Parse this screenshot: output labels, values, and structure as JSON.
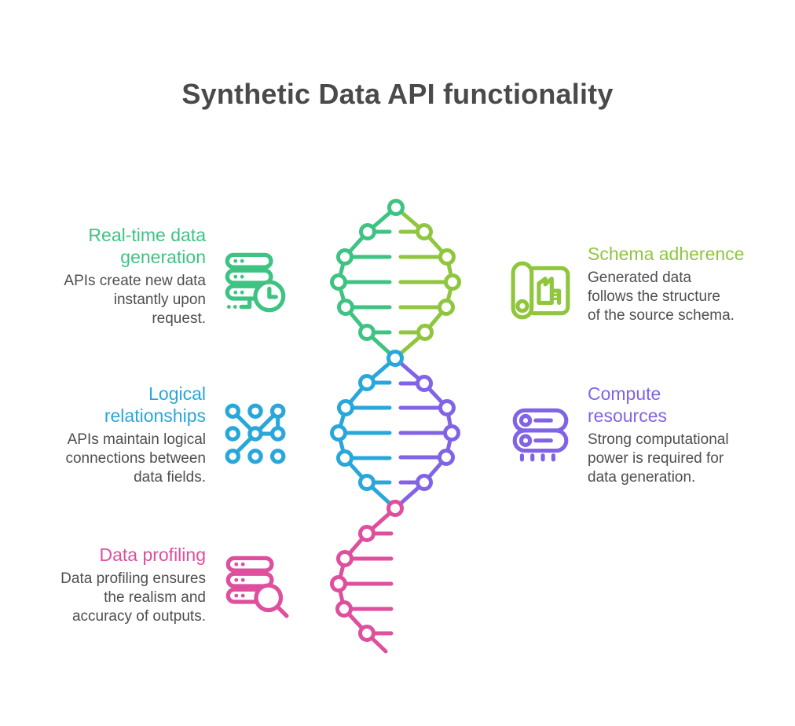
{
  "title": "Synthetic Data API functionality",
  "colors": {
    "green": "#3ec383",
    "lime": "#8fc63e",
    "cyan": "#28a7db",
    "purple": "#8163e6",
    "pink": "#de4f9d",
    "heading_dark": "#4a4a4a",
    "body_text": "#4f4f4f"
  },
  "sections": {
    "realtime": {
      "heading": "Real-time data\ngeneration",
      "body": "APIs create new data\ninstantly upon\nrequest.",
      "color": "#3ec383",
      "icon": "database-clock-icon"
    },
    "logical": {
      "heading": "Logical\nrelationships",
      "body": "APIs maintain logical\nconnections between\ndata fields.",
      "color": "#28a7db",
      "icon": "network-nodes-icon"
    },
    "profiling": {
      "heading": "Data profiling",
      "body": "Data profiling ensures\nthe realism and\naccuracy of outputs.",
      "color": "#de4f9d",
      "icon": "database-search-icon"
    },
    "schema": {
      "heading": "Schema adherence",
      "body": "Generated data\nfollows the structure\nof the source schema.",
      "color": "#8fc63e",
      "icon": "blueprint-icon"
    },
    "compute": {
      "heading": "Compute\nresources",
      "body": "Strong computational\npower is required for\ndata generation.",
      "color": "#8163e6",
      "icon": "server-rack-icon"
    }
  }
}
